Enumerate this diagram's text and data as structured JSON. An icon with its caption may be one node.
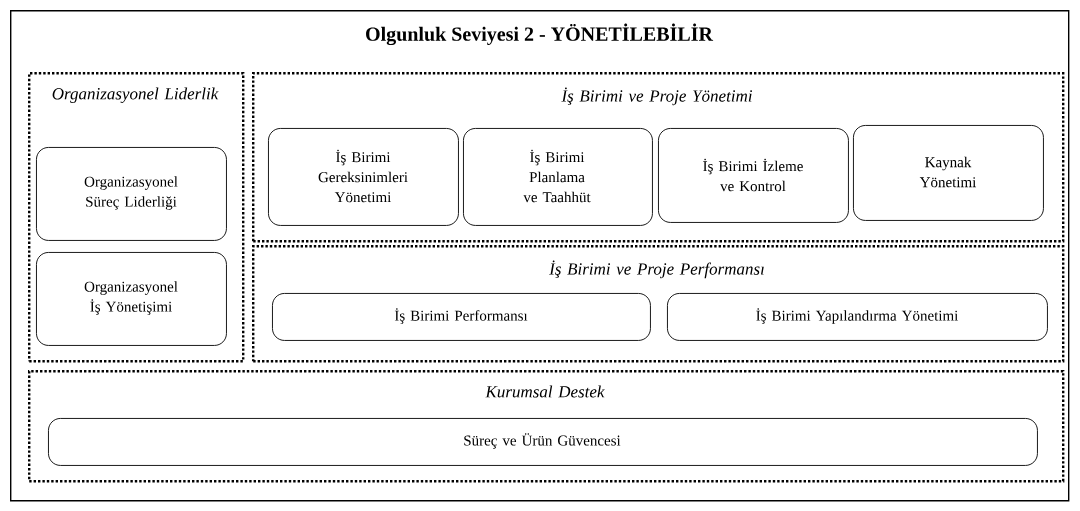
{
  "diagram": {
    "nodes": [
      {
        "text": [
          "Olgunluk Seviyesi 2 - YÖNETİLEBİLİR"
        ]
      },
      {
        "text": [
          "Organizasyonel Liderlik"
        ],
        "in": 0
      },
      {
        "text": [
          "Organizasyonel Süreç Liderliği"
        ],
        "in": 1
      },
      {
        "text": [
          "Organizasyonel İş Yönetişimi"
        ],
        "in": 1
      },
      {
        "text": [
          "İş Birimi ve Proje Yönetimi"
        ],
        "in": 0
      },
      {
        "text": [
          "İş Birimi Gereksinimleri Yönetimi"
        ],
        "in": 4
      },
      {
        "text": [
          "İş Birimi Planlama ve Taahhüt"
        ],
        "in": 4
      },
      {
        "text": [
          "İş Birimi İzleme ve Kontrol"
        ],
        "in": 4
      },
      {
        "text": [
          "Kaynak Yönetimi"
        ],
        "in": 4
      },
      {
        "text": [
          "İş Birimi ve Proje Performansı"
        ],
        "in": 0
      },
      {
        "text": [
          "İş Birimi Performansı"
        ],
        "in": 9
      },
      {
        "text": [
          "İş Birimi Yapılandırma Yönetimi"
        ],
        "in": 9
      },
      {
        "text": [
          "Kurumsal Destek"
        ],
        "in": 0
      },
      {
        "text": [
          "Süreç ve Ürün Güvencesi"
        ],
        "in": 12
      }
    ]
  }
}
